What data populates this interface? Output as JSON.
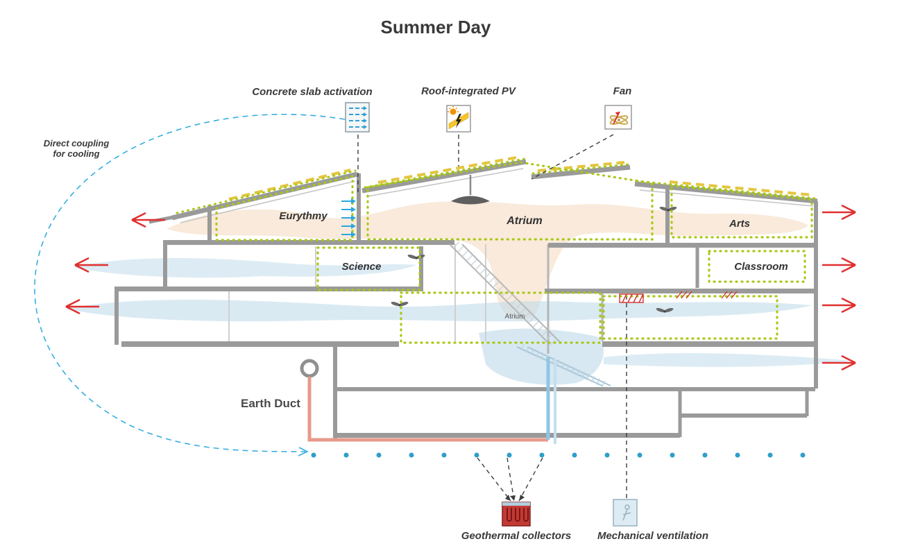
{
  "title": "Summer Day",
  "annotations": {
    "concrete_slab": "Concrete slab activation",
    "roof_pv": "Roof-integrated PV",
    "fan": "Fan",
    "direct_coupling_line1": "Direct coupling",
    "direct_coupling_line2": "for cooling",
    "earth_duct": "Earth Duct",
    "geothermal": "Geothermal collectors",
    "mechanical_ventilation": "Mechanical ventilation"
  },
  "rooms": {
    "eurythmy": "Eurythmy",
    "atrium": "Atrium",
    "arts": "Arts",
    "science": "Science",
    "classroom": "Classroom",
    "atrium_lower": "Atrium"
  },
  "colors": {
    "room_outline_green": "#a8c813",
    "warm_flow": "#f4d9bd",
    "cool_flow": "#bcd9e9",
    "airflow_arrow_red": "#e02f2f",
    "coupling_loop_cyan": "#35aede",
    "ground_dots_blue": "#2e9fc8",
    "structure_gray": "#9a9a9a",
    "pv_yellow": "#e3c235",
    "geothermal_red": "#c23a34",
    "slab_arrow_blue": "#29a8dc"
  }
}
